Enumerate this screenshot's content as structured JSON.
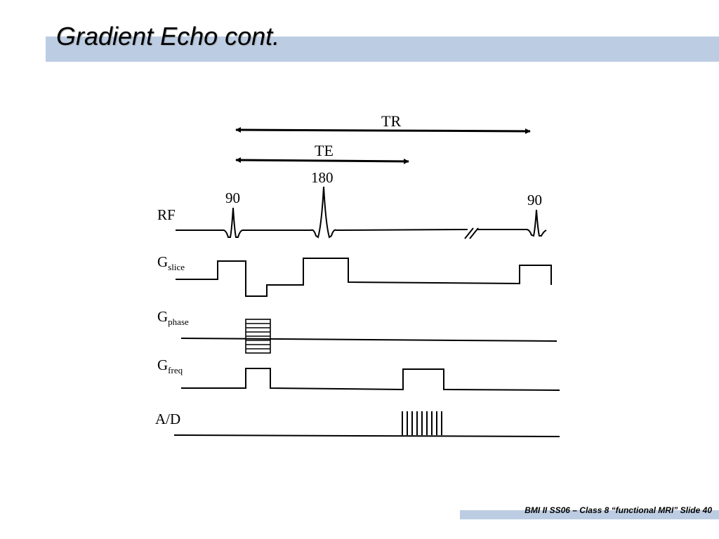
{
  "slide": {
    "title": "Gradient Echo cont.",
    "footer": "BMI II SS06 – Class 8 “functional MRI” Slide 40"
  },
  "diagram": {
    "intervals": {
      "tr": "TR",
      "te": "TE"
    },
    "pulses": {
      "first": "90",
      "refocus": "180",
      "second": "90"
    },
    "rows": {
      "rf": {
        "label": "RF"
      },
      "slice": {
        "label": "G",
        "sub": "slice"
      },
      "phase": {
        "label": "G",
        "sub": "phase"
      },
      "freq": {
        "label": "G",
        "sub": "freq"
      },
      "ad": {
        "label": "A/D"
      }
    }
  },
  "colors": {
    "band": "#bccde3",
    "ink": "#000000",
    "background": "#ffffff"
  }
}
